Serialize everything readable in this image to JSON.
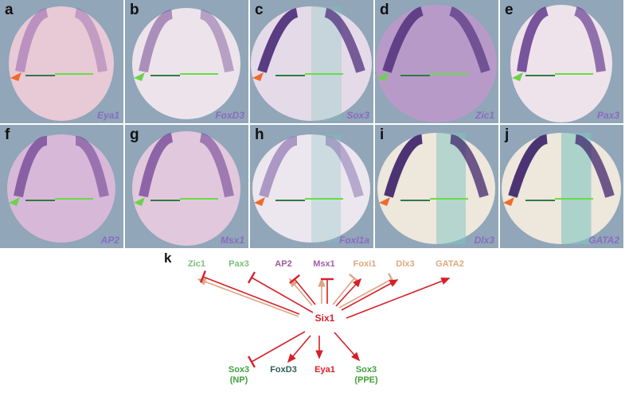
{
  "panels": [
    {
      "letter": "a",
      "gene": "Eya1"
    },
    {
      "letter": "b",
      "gene": "FoxD3"
    },
    {
      "letter": "c",
      "gene": "Sox3"
    },
    {
      "letter": "d",
      "gene": "Zic1"
    },
    {
      "letter": "e",
      "gene": "Pax3"
    },
    {
      "letter": "f",
      "gene": "AP2"
    },
    {
      "letter": "g",
      "gene": "Msx1"
    },
    {
      "letter": "h",
      "gene": "FoxI1a"
    },
    {
      "letter": "i",
      "gene": "Dlx3"
    },
    {
      "letter": "j",
      "gene": "GATA2"
    }
  ],
  "diagram": {
    "letter": "k",
    "center": "Six1",
    "top": [
      "Zic1",
      "Pax3",
      "AP2",
      "Msx1",
      "Foxi1",
      "Dlx3",
      "GATA2"
    ],
    "bottom": [
      {
        "l1": "Sox3",
        "l2": "(NP)"
      },
      {
        "l1": "FoxD3",
        "l2": ""
      },
      {
        "l1": "Eya1",
        "l2": ""
      },
      {
        "l1": "Sox3",
        "l2": "(PPE)"
      }
    ]
  },
  "colors": {
    "red": "#d62027",
    "tan": "#dca585",
    "green": "#3da33a",
    "lightgreen": "#7cc07a",
    "purple": "#9b5aa3",
    "teal": "#2b5e55",
    "bg": "#91a6b8"
  }
}
